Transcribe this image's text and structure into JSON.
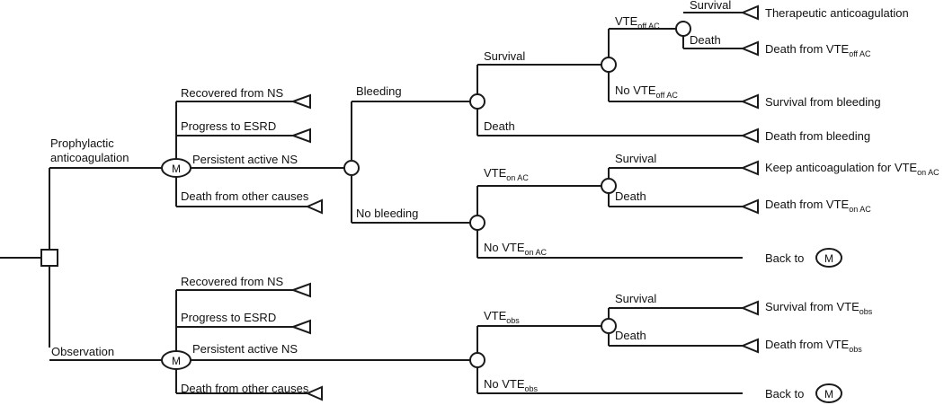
{
  "nodes": {
    "markov_label": "M"
  },
  "strategies": {
    "prophylactic_line1": "Prophylactic",
    "prophylactic_line2": "anticoagulation",
    "observation": "Observation"
  },
  "markov_states": {
    "recovered": "Recovered from NS",
    "progress": "Progress to ESRD",
    "persistent": "Persistent active NS",
    "death_other": "Death from other causes"
  },
  "events": {
    "bleeding": "Bleeding",
    "no_bleeding": "No bleeding",
    "survival": "Survival",
    "death": "Death",
    "vte_prefix": "VTE",
    "no_vte_prefix": "No VTE",
    "sub_off_ac": "off AC",
    "sub_on_ac": "on AC",
    "sub_obs": "obs"
  },
  "outcomes": {
    "therapeutic_ac": "Therapeutic anticoagulation",
    "death_from_vte_prefix": "Death from VTE",
    "survival_from_bleeding": "Survival from bleeding",
    "death_from_bleeding": "Death from bleeding",
    "keep_ac_prefix": "Keep anticoagulation for VTE",
    "survival_from_vte_prefix": "Survival from VTE",
    "back_to": "Back to"
  }
}
